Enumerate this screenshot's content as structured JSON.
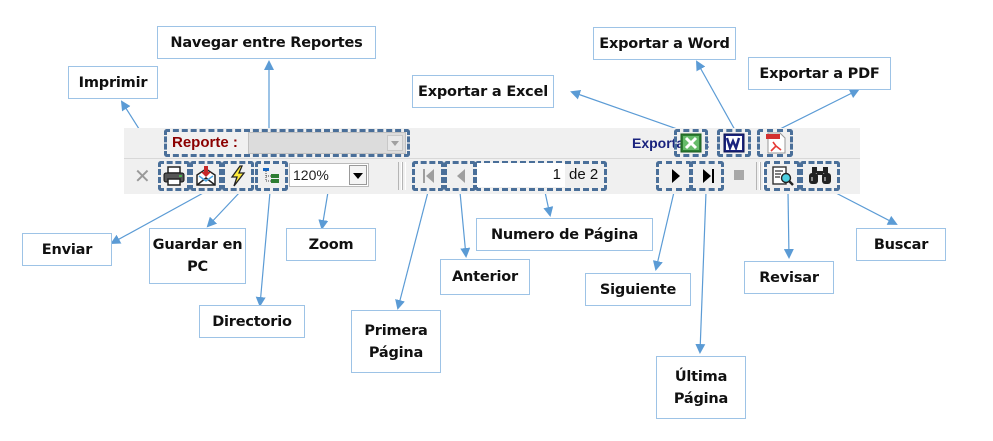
{
  "toolbar": {
    "report_label": "Reporte :",
    "report_value": "",
    "export_label": "Exportar a :",
    "zoom_value": "120%",
    "page_current": "1",
    "page_total": "de 2",
    "icons": {
      "close": "close-icon",
      "print": "printer-icon",
      "send": "envelope-icon",
      "save": "lightning-icon",
      "directory": "tree-icon",
      "first": "first-page-icon",
      "prev": "previous-page-icon",
      "next": "next-page-icon",
      "last": "last-page-icon",
      "stop": "stop-icon",
      "review": "magnifier-document-icon",
      "search": "binoculars-icon",
      "excel": "excel-icon",
      "word": "word-icon",
      "pdf": "pdf-icon"
    }
  },
  "callouts": {
    "navegar": "Navegar entre Reportes",
    "imprimir": "Imprimir",
    "exportar_excel": "Exportar a Excel",
    "exportar_word": "Exportar a Word",
    "exportar_pdf": "Exportar a PDF",
    "enviar": "Enviar",
    "guardar": "Guardar en PC",
    "zoom": "Zoom",
    "directorio": "Directorio",
    "primera": "Primera Página",
    "anterior": "Anterior",
    "numero": "Numero de Página",
    "siguiente": "Siguiente",
    "ultima": "Última Página",
    "revisar": "Revisar",
    "buscar": "Buscar"
  },
  "colors": {
    "callout_border": "#9dc3e6",
    "arrow": "#5b9bd5",
    "dash_border": "#4a6f99",
    "reporte_label": "#8b0000",
    "exportar_label": "#1a237e",
    "toolbar_bg": "#f0f0f0"
  }
}
